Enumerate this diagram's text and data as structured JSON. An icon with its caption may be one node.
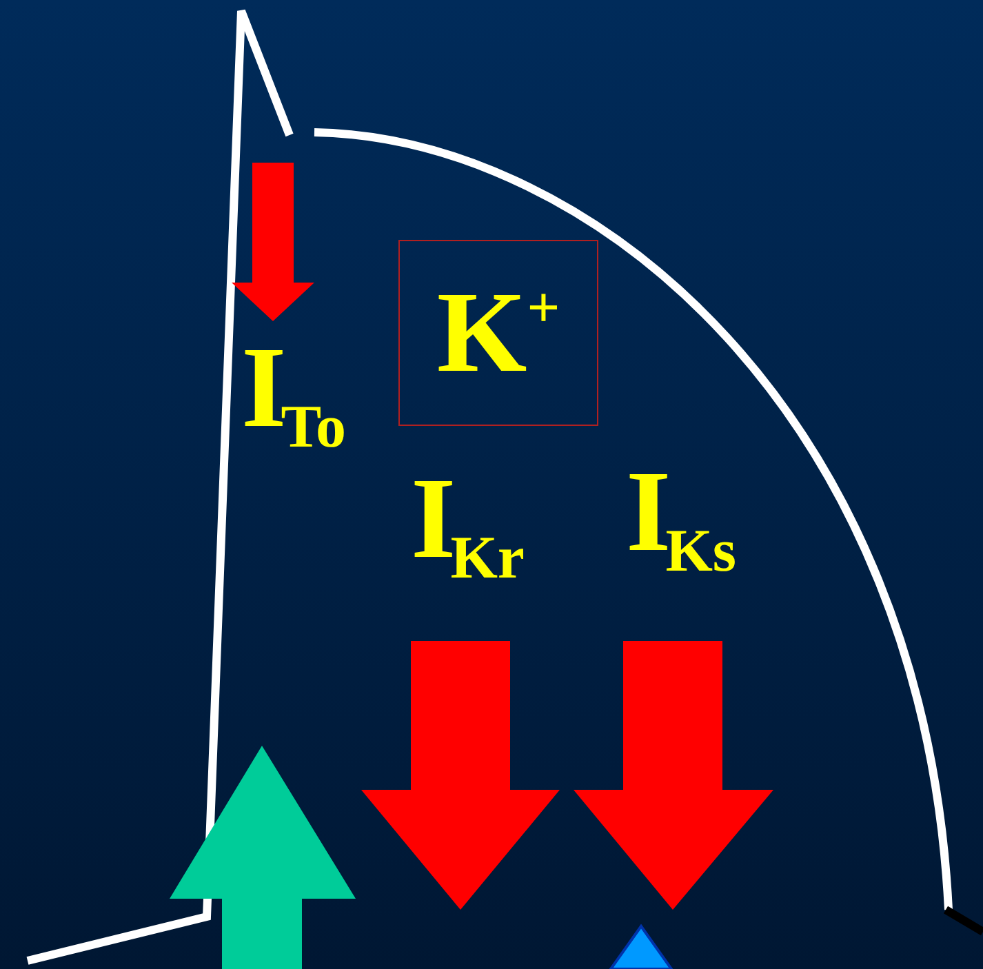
{
  "diagram": {
    "nodes": [
      {
        "text": [
          "K$^{+}$"
        ]
      }
    ],
    "edges": [],
    "labels": [
      "I$_{To}$",
      "I$_{Kr}$",
      "I$_{Ks}$"
    ]
  }
}
